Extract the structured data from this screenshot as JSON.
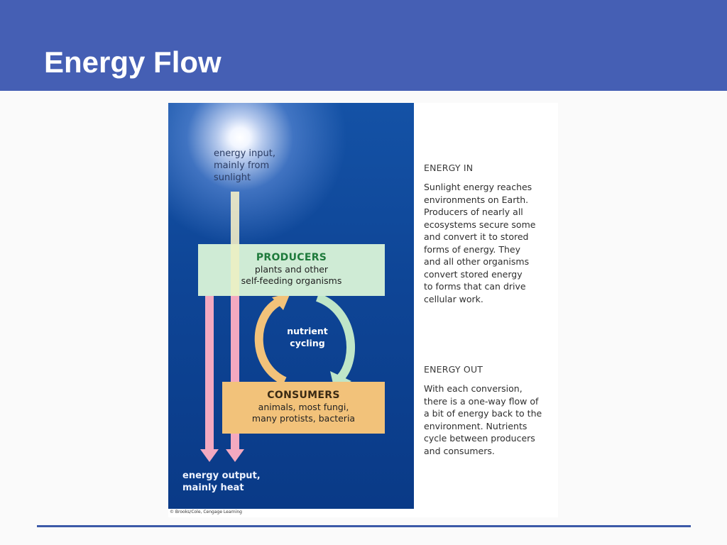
{
  "slide": {
    "title": "Energy Flow"
  },
  "figure": {
    "energy_input_label": "energy input,\nmainly from\nsunlight",
    "producers": {
      "title": "PRODUCERS",
      "description": "plants and other\nself-feeding organisms"
    },
    "nutrient_cycling_label": "nutrient\ncycling",
    "consumers": {
      "title": "CONSUMERS",
      "description": "animals, most fungi,\nmany protists, bacteria"
    },
    "energy_output_label": "energy output,\nmainly heat",
    "credit": "© Brooks/Cole, Cengage Learning",
    "energy_in": {
      "heading": "ENERGY IN",
      "text": "Sunlight energy reaches\nenvironments on Earth.\nProducers of nearly all\necosystems secure some\nand convert it to stored\nforms of energy. They\nand all other organisms\nconvert stored energy\nto forms that can drive\ncellular work."
    },
    "energy_out": {
      "heading": "ENERGY OUT",
      "text": "With each conversion,\nthere is a one-way flow of\na bit of energy back to the\nenvironment. Nutrients\ncycle between producers\nand consumers."
    }
  },
  "colors": {
    "header": "#455fb4",
    "panel_blue": "#0e4596",
    "producers_fill": "#cfebd5",
    "consumers_fill": "#f2c27a",
    "energy_arrow": "#f3a9c0",
    "sunlight_beam": "#fff6c8",
    "cycle_green": "#bfe6c8",
    "cycle_orange": "#f2c27a"
  }
}
